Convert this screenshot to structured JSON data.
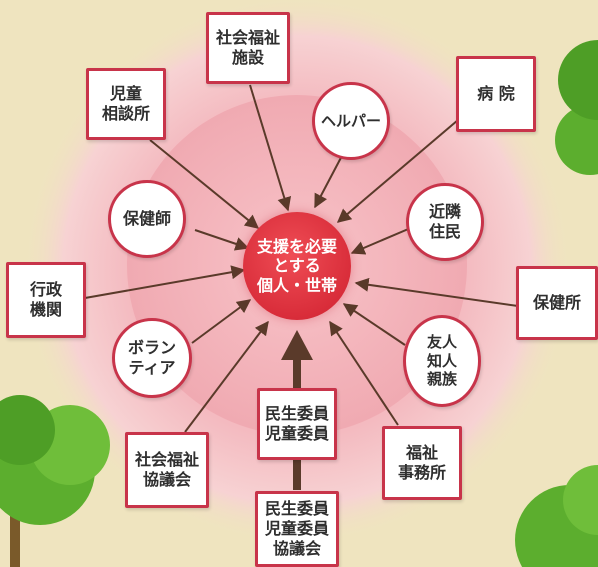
{
  "center": {
    "label": "支援を必要\nとする\n個人・世帯"
  },
  "nodes": [
    {
      "id": "shakai-fukushi-shisetsu",
      "label": "社会福祉\n施設"
    },
    {
      "id": "jido-sodanjo",
      "label": "児童\n相談所"
    },
    {
      "id": "helper",
      "label": "ヘルパー"
    },
    {
      "id": "byoin",
      "label": "病 院"
    },
    {
      "id": "hokenshi",
      "label": "保健師"
    },
    {
      "id": "kinrin-jumin",
      "label": "近隣\n住民"
    },
    {
      "id": "gyosei-kikan",
      "label": "行政\n機関"
    },
    {
      "id": "hokenjo",
      "label": "保健所"
    },
    {
      "id": "volunteer",
      "label": "ボラン\nティア"
    },
    {
      "id": "yujin-chijin-shinzoku",
      "label": "友人\n知人\n親族"
    },
    {
      "id": "minsei-iin",
      "label": "民生委員\n児童委員"
    },
    {
      "id": "shakai-fukushi-kyogikai",
      "label": "社会福祉\n協議会"
    },
    {
      "id": "fukushi-jimusho",
      "label": "福祉\n事務所"
    },
    {
      "id": "minsei-iin-kyogikai",
      "label": "民生委員\n児童委員\n協議会"
    }
  ],
  "colors": {
    "border": "#c8344a",
    "arrow": "#5a3a2a",
    "center_fill": "#d92d3a",
    "ring": "#f3b7bd",
    "background": "#efe4bf"
  }
}
